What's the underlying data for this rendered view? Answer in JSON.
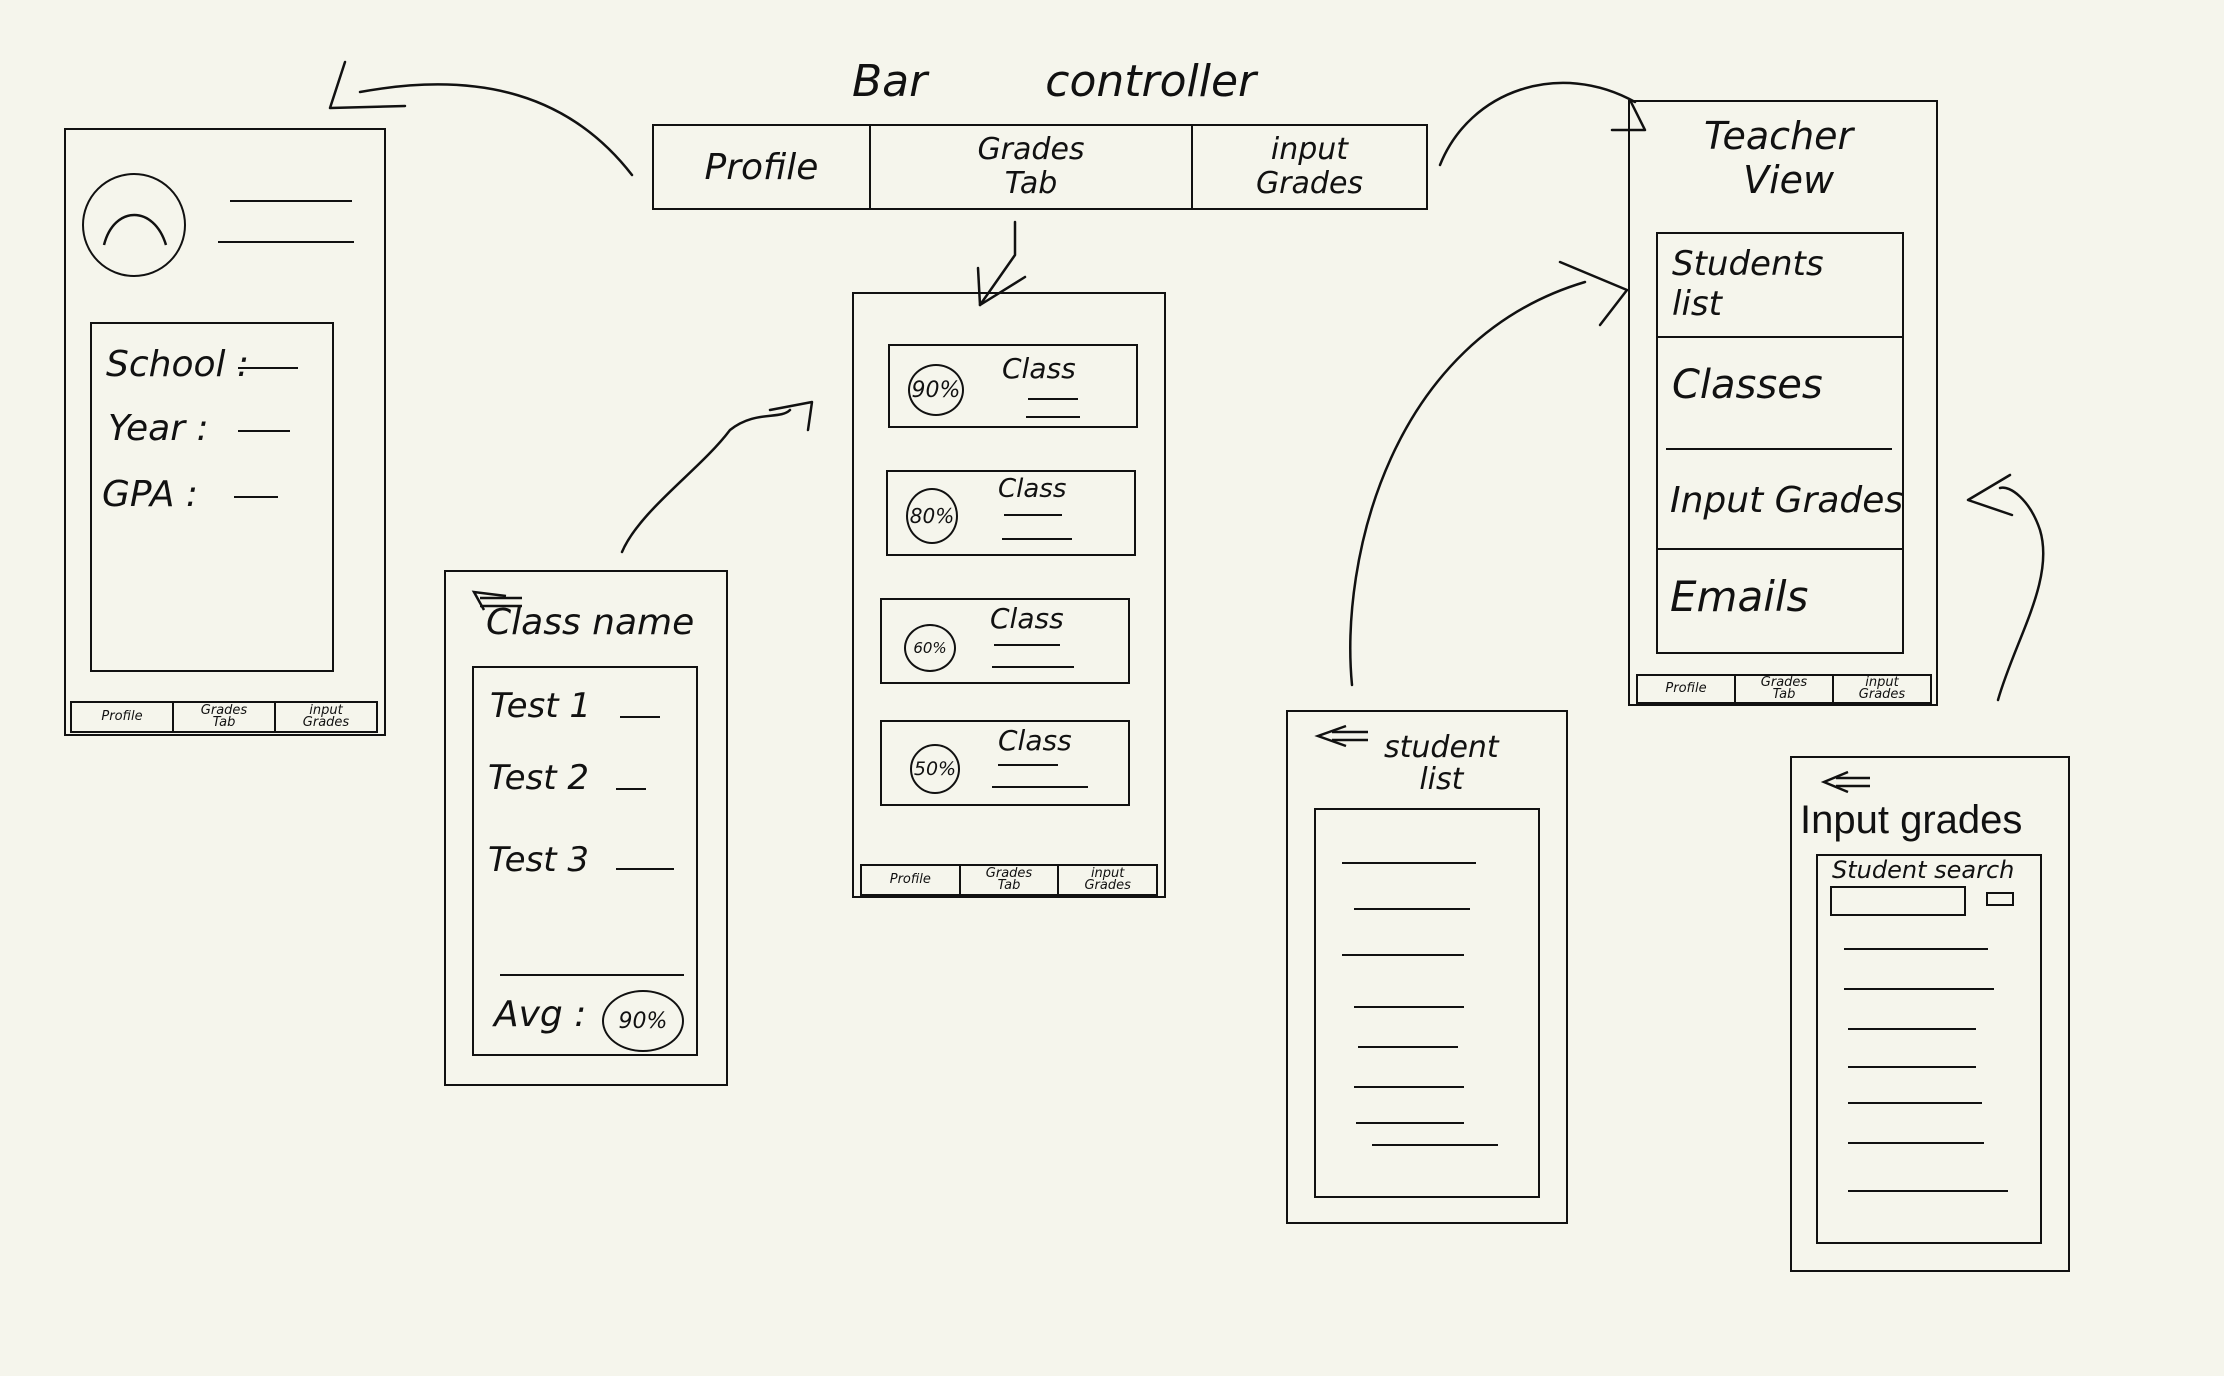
{
  "bar_controller": {
    "title_left": "Bar",
    "title_right": "controller",
    "tabs": [
      "Profile",
      "Grades Tab",
      "input Grades"
    ]
  },
  "profile_screen": {
    "fields": [
      {
        "label": "School :"
      },
      {
        "label": "Year :"
      },
      {
        "label": "GPA :"
      }
    ],
    "tabbar": [
      "Profile",
      "Grades Tab",
      "input Grades"
    ]
  },
  "grades_screen": {
    "cards": [
      {
        "percent": "90%",
        "label": "Class"
      },
      {
        "percent": "80%",
        "label": "Class"
      },
      {
        "percent": "60%",
        "label": "Class"
      },
      {
        "percent": "50%",
        "label": "Class"
      }
    ],
    "tabbar": [
      "Profile",
      "Grades Tab",
      "input Grades"
    ]
  },
  "class_detail_screen": {
    "title": "Class name",
    "tests": [
      "Test 1",
      "Test 2",
      "Test 3"
    ],
    "avg_label": "Avg :",
    "avg_value": "90%"
  },
  "teacher_screen": {
    "title_line1": "Teacher",
    "title_line2": "View",
    "menu": [
      {
        "line1": "Students",
        "line2": "list"
      },
      {
        "line1": "Classes",
        "line2": ""
      },
      {
        "line1": "Input Grades",
        "line2": ""
      },
      {
        "line1": "Emails",
        "line2": ""
      }
    ],
    "tabbar": [
      "Profile",
      "Grades Tab",
      "input Grades"
    ]
  },
  "student_list_screen": {
    "title_line1": "student",
    "title_line2": "list"
  },
  "input_grades_screen": {
    "title": "Input grades",
    "search_label": "Student search"
  }
}
